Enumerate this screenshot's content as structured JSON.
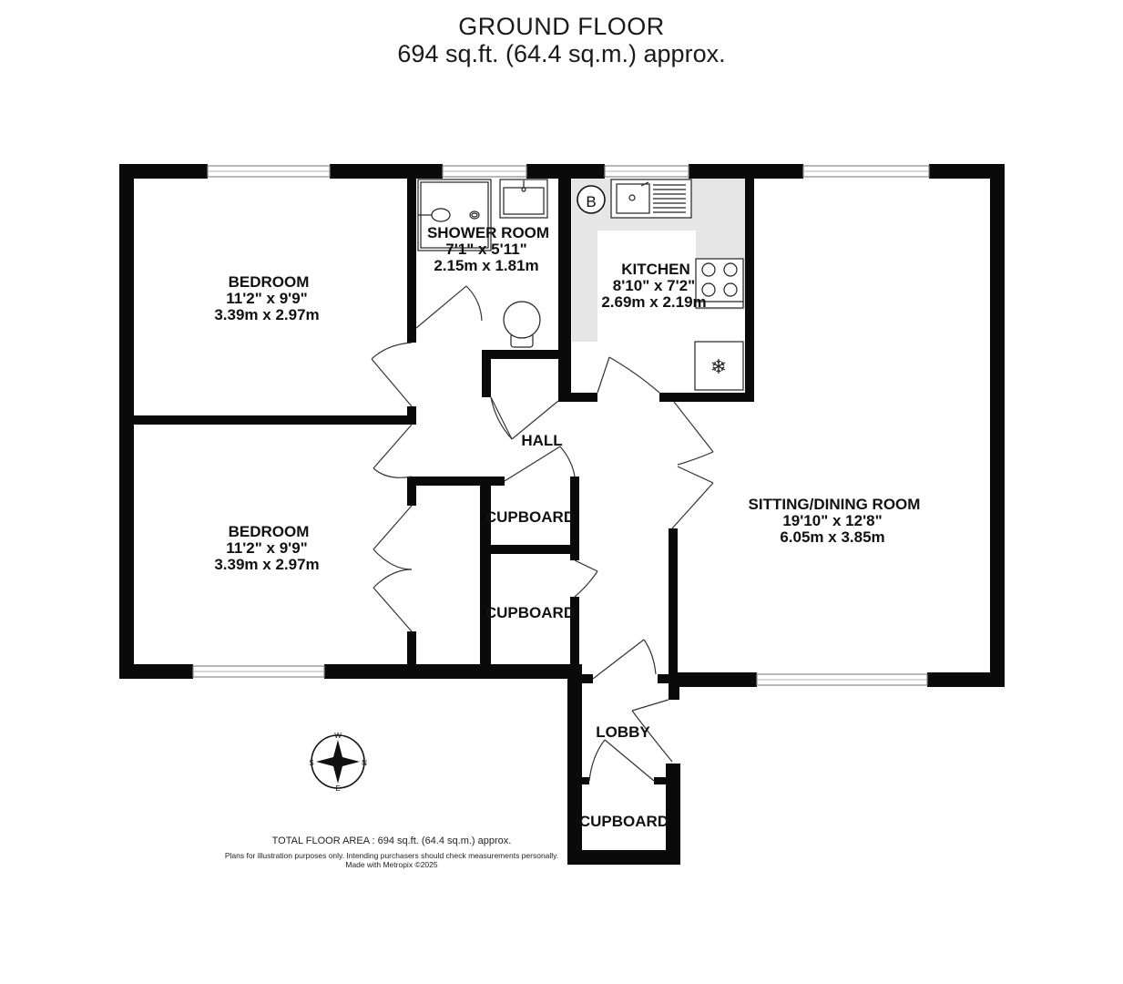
{
  "header": {
    "floor": "GROUND FLOOR",
    "area": "694 sq.ft. (64.4 sq.m.) approx."
  },
  "rooms": {
    "bedroom1": {
      "name": "BEDROOM",
      "imperial": "11'2\"  x 9'9\"",
      "metric": "3.39m  x 2.97m"
    },
    "bedroom2": {
      "name": "BEDROOM",
      "imperial": "11'2\"  x 9'9\"",
      "metric": "3.39m  x 2.97m"
    },
    "shower": {
      "name": "SHOWER ROOM",
      "imperial": "7'1\"  x 5'11\"",
      "metric": "2.15m  x 1.81m"
    },
    "kitchen": {
      "name": "KITCHEN",
      "imperial": "8'10\"  x 7'2\"",
      "metric": "2.69m  x 2.19m"
    },
    "sitting": {
      "name": "SITTING/DINING ROOM",
      "imperial": "19'10\"  x 12'8\"",
      "metric": "6.05m  x 3.85m"
    },
    "hall": {
      "name": "HALL"
    },
    "lobby": {
      "name": "LOBBY"
    },
    "cupboard1": {
      "name": "CUPBOARD"
    },
    "cupboard2": {
      "name": "CUPBOARD"
    },
    "cupboard3": {
      "name": "CUPBOARD"
    }
  },
  "boiler_mark": "B",
  "compass": {
    "n": "N",
    "s": "S",
    "e": "E",
    "w": "W"
  },
  "footer": {
    "total_area": "TOTAL FLOOR AREA : 694 sq.ft. (64.4 sq.m.) approx.",
    "disclaimer": "Plans for illustration purposes only. Intending purchasers should check measurements personally.",
    "credit": "Made with Metropix ©2025"
  },
  "colors": {
    "wall": "#0a0a0a",
    "kitchen_floor": "#e6e6e6",
    "window": "#8a8a8a"
  }
}
